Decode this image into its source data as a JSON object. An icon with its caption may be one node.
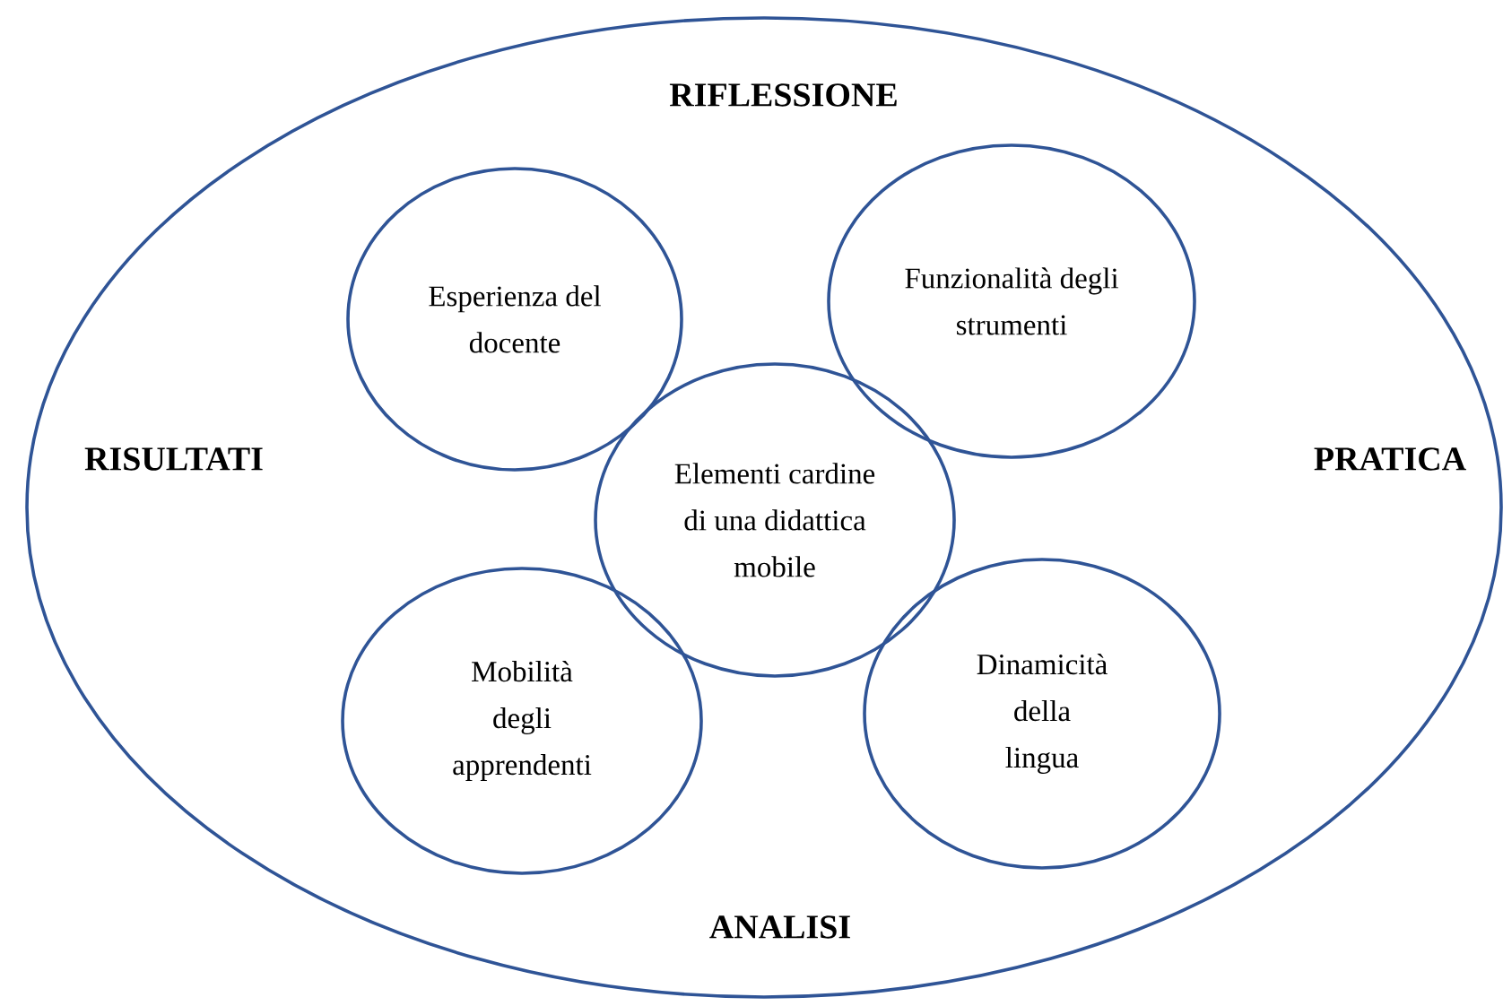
{
  "diagram": {
    "nodes": [
      {
        "text": [
          "RIFLESSIONE",
          "RISULTATI",
          "PRATICA",
          "ANALISI"
        ]
      },
      {
        "text": [
          "Esperienza del docente"
        ],
        "in": 0
      },
      {
        "text": [
          "Funzionalità degli strumenti"
        ],
        "in": 0
      },
      {
        "text": [
          "Elementi cardine di una didattica mobile"
        ],
        "in": 0
      },
      {
        "text": [
          "Mobilità degli apprendenti"
        ],
        "in": 0
      },
      {
        "text": [
          "Dinamicità della lingua"
        ],
        "in": 0
      }
    ]
  }
}
